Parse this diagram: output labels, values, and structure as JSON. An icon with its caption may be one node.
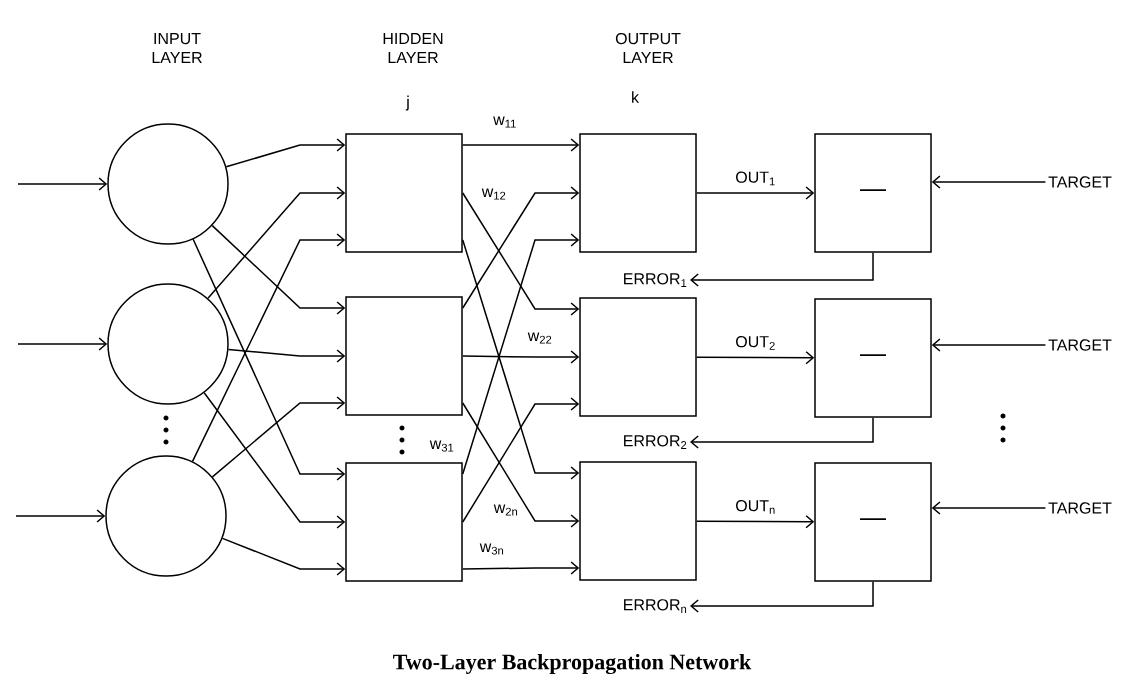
{
  "diagram": {
    "caption": "Two-Layer Backpropagation Network",
    "nodes": [
      {
        "text": [],
        "shape": "circle"
      },
      {
        "text": [],
        "shape": "circle"
      },
      {
        "text": [],
        "shape": "circle"
      },
      {
        "text": [],
        "shape": "box"
      },
      {
        "text": [],
        "shape": "box"
      },
      {
        "text": [],
        "shape": "box"
      },
      {
        "text": [],
        "shape": "box"
      },
      {
        "text": [],
        "shape": "box"
      },
      {
        "text": [],
        "shape": "box"
      },
      {
        "text": [
          "—"
        ]
      },
      {
        "text": [
          "—"
        ]
      },
      {
        "text": [
          "—"
        ]
      },
      {
        "text": [
          "TARGET"
        ]
      },
      {
        "text": [
          "TARGET"
        ]
      },
      {
        "text": [
          "TARGET"
        ]
      },
      {
        "text": [
          "ERROR$_{1}$"
        ]
      },
      {
        "text": [
          "ERROR$_{2}$"
        ]
      },
      {
        "text": [
          "ERROR$_{n}$"
        ]
      }
    ],
    "edges": [
      {
        "from": null,
        "to": 0,
        "arrow": "to"
      },
      {
        "from": null,
        "to": 1,
        "arrow": "to"
      },
      {
        "from": null,
        "to": 2,
        "arrow": "to"
      },
      {
        "from": 0,
        "to": 3,
        "arrow": "to"
      },
      {
        "from": 0,
        "to": 4,
        "arrow": "to"
      },
      {
        "from": 0,
        "to": 5,
        "arrow": "to"
      },
      {
        "from": 1,
        "to": 3,
        "arrow": "to"
      },
      {
        "from": 1,
        "to": 4,
        "arrow": "to"
      },
      {
        "from": 1,
        "to": 5,
        "arrow": "to"
      },
      {
        "from": 2,
        "to": 3,
        "arrow": "to"
      },
      {
        "from": 2,
        "to": 4,
        "arrow": "to"
      },
      {
        "from": 2,
        "to": 5,
        "arrow": "to"
      },
      {
        "from": 3,
        "to": 6,
        "arrow": "to"
      },
      {
        "from": 3,
        "to": 7,
        "arrow": "to"
      },
      {
        "from": 3,
        "to": 8,
        "arrow": "to"
      },
      {
        "from": 4,
        "to": 6,
        "arrow": "to"
      },
      {
        "from": 4,
        "to": 7,
        "arrow": "to"
      },
      {
        "from": 4,
        "to": 8,
        "arrow": "to"
      },
      {
        "from": 5,
        "to": 6,
        "arrow": "to"
      },
      {
        "from": 5,
        "to": 7,
        "arrow": "to"
      },
      {
        "from": 5,
        "to": 8,
        "arrow": "to"
      },
      {
        "from": 6,
        "to": 9,
        "arrow": "to",
        "label": "OUT$_{1}$"
      },
      {
        "from": 7,
        "to": 10,
        "arrow": "to",
        "label": "OUT$_{2}$"
      },
      {
        "from": 8,
        "to": 11,
        "arrow": "to",
        "label": "OUT$_{n}$"
      },
      {
        "from": 12,
        "to": 9,
        "arrow": "to"
      },
      {
        "from": 13,
        "to": 10,
        "arrow": "to"
      },
      {
        "from": 14,
        "to": 11,
        "arrow": "to"
      },
      {
        "from": 9,
        "to": 15,
        "arrow": "to"
      },
      {
        "from": 10,
        "to": 16,
        "arrow": "to"
      },
      {
        "from": 11,
        "to": 17,
        "arrow": "to"
      }
    ],
    "labels": [
      "INPUT LAYER",
      "HIDDEN LAYER",
      "OUTPUT LAYER",
      "j",
      "k",
      "w$_{11}$",
      "w$_{12}$",
      "w$_{22}$",
      "w$_{31}$",
      "w$_{2n}$",
      "w$_{3n}$"
    ]
  }
}
